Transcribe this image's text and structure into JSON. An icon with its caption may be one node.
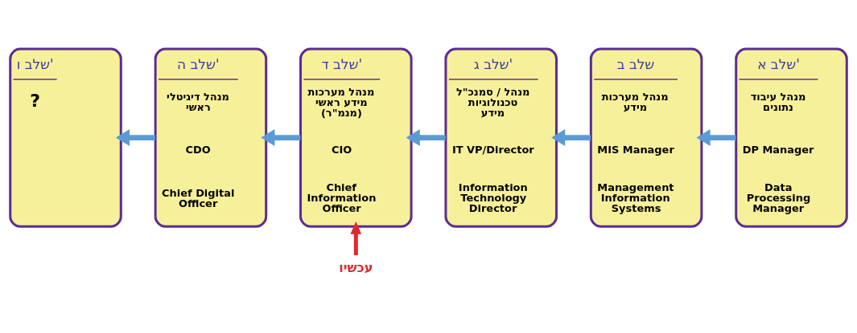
{
  "diagram": {
    "nodes": [
      {
        "text": [
          "שלב א'",
          "מנהל עיבוד נתונים",
          "DP Manager",
          "Data Processing Manager"
        ]
      },
      {
        "text": [
          "שלב ב",
          "מנהל מערכות מידע",
          "MIS Manager",
          "Management Information Systems"
        ]
      },
      {
        "text": [
          "שלב ג'",
          "מנהל / סמנכ\"ל טכנולוגיות מידע",
          "IT VP/Director",
          "Information Technology Director"
        ]
      },
      {
        "text": [
          "שלב ד'",
          "מנהל מערכות מידע ראשי (מנמ\"ר)",
          "CIO",
          "Chief Information Officer"
        ]
      },
      {
        "text": [
          "שלב ה'",
          "מנהל דיגיטלי ראשי",
          "CDO",
          "Chief Digital Officer"
        ]
      },
      {
        "text": [
          "שלב ו'",
          "?"
        ]
      },
      {
        "text": [
          "עכשיו"
        ]
      }
    ],
    "edges": [
      {
        "from": 0,
        "to": 1,
        "arrow": "to"
      },
      {
        "from": 1,
        "to": 2,
        "arrow": "to"
      },
      {
        "from": 2,
        "to": 3,
        "arrow": "to"
      },
      {
        "from": 3,
        "to": 4,
        "arrow": "to"
      },
      {
        "from": 4,
        "to": 5,
        "arrow": "to"
      },
      {
        "from": 6,
        "to": 3,
        "arrow": "to",
        "color": "#e3262b"
      }
    ]
  }
}
